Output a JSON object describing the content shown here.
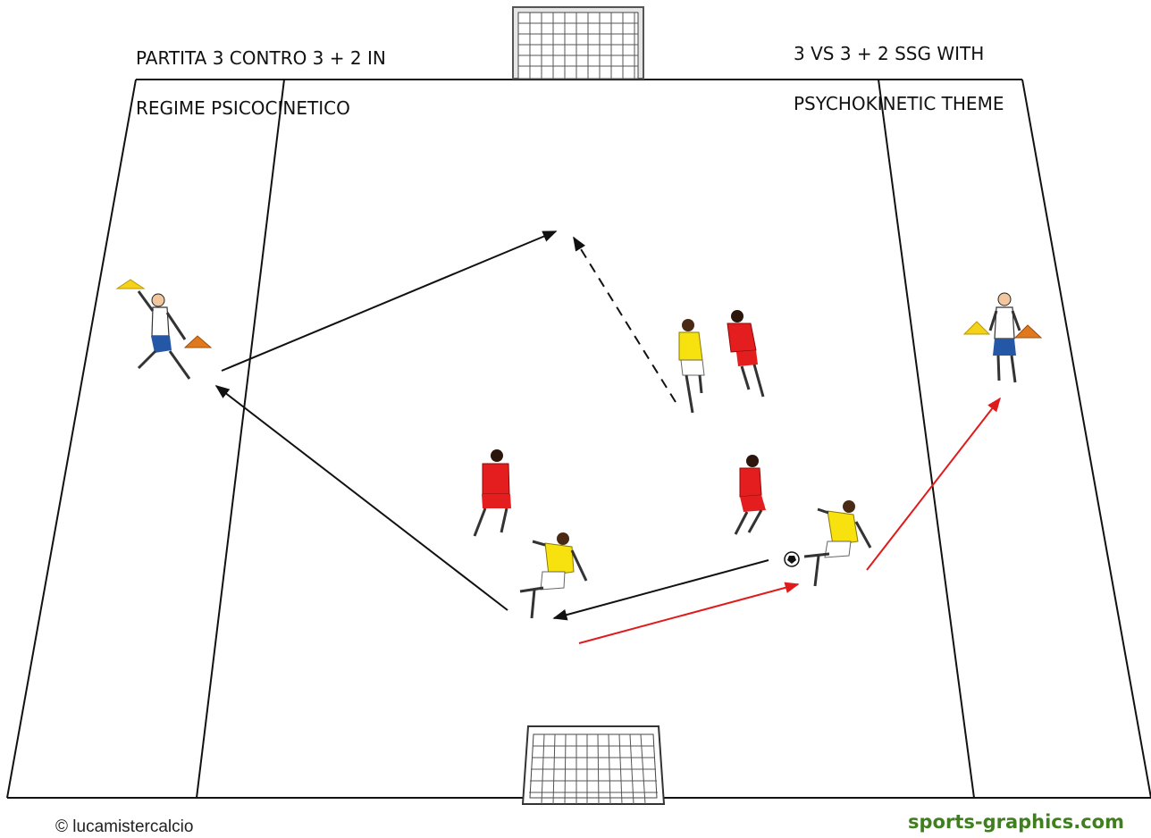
{
  "titles": {
    "italian_line1": "PARTITA 3 CONTRO 3 + 2 IN",
    "italian_line2": "REGIME PSICOCINETICO",
    "english_line1": "3 VS 3 + 2 SSG WITH",
    "english_line2": "PSYCHOKINETIC THEME"
  },
  "credits": {
    "left": "© lucamistercalcio",
    "right": "sports-graphics.com"
  },
  "colors": {
    "team_red": "#e41e1e",
    "team_yellow": "#f7e10f",
    "neutral_shirt": "#ffffff",
    "neutral_shorts": "#2557a7",
    "pass_black": "#111111",
    "pass_red": "#e01b1b",
    "brand_green": "#3f7f1f",
    "cone_yellow": "#f5d21a",
    "cone_orange": "#e0781e"
  },
  "icons": [
    "goal-net-icon",
    "player-figure-icon",
    "cone-icon",
    "ball-icon",
    "arrow-icon"
  ],
  "players": {
    "red_team": 3,
    "yellow_team": 3,
    "neutral_jokers": 2
  },
  "passes": {
    "black_solid": 3,
    "black_dashed": 1,
    "red_solid": 2
  }
}
